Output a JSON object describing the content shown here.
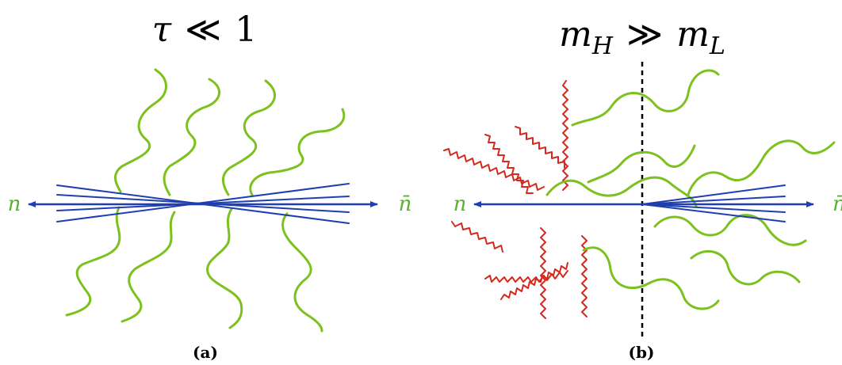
{
  "colors": {
    "jet": "#1f3fb0",
    "soft": "#7dc11f",
    "collinear": "#d42a1e",
    "divider": "#000000",
    "label": "#55b52a"
  },
  "panel_a": {
    "title_symbol": "τ",
    "title_relation": "≪",
    "title_value": "1",
    "left_label": "n",
    "right_label": "n̄",
    "caption": "(a)"
  },
  "panel_b": {
    "title_m1": "m",
    "title_sub1": "H",
    "title_relation": "≫",
    "title_m2": "m",
    "title_sub2": "L",
    "left_label": "n",
    "right_label": "n̄",
    "caption": "(b)"
  }
}
